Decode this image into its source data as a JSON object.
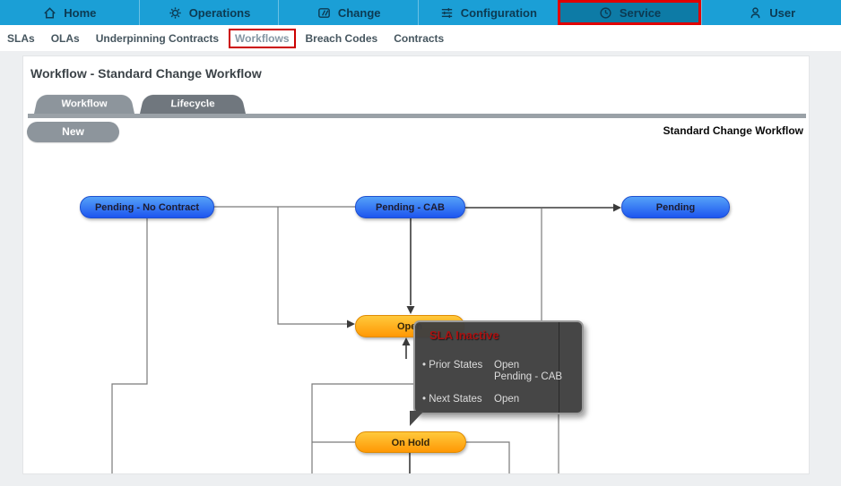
{
  "nav": {
    "items": [
      {
        "label": "Home",
        "icon": "home-icon"
      },
      {
        "label": "Operations",
        "icon": "operations-icon"
      },
      {
        "label": "Change",
        "icon": "change-icon"
      },
      {
        "label": "Configuration",
        "icon": "configuration-icon"
      },
      {
        "label": "Service",
        "icon": "service-icon",
        "active": true,
        "highlighted": true
      },
      {
        "label": "User",
        "icon": "user-icon"
      }
    ],
    "colors": {
      "bg": "#1b9fd6",
      "active_bg": "#0d7ba6",
      "highlight_border": "#e00000",
      "text": "#0c3a52"
    }
  },
  "submenu": {
    "items": [
      {
        "label": "SLAs"
      },
      {
        "label": "OLAs"
      },
      {
        "label": "Underpinning Contracts"
      },
      {
        "label": "Workflows",
        "selected": true,
        "highlighted": true
      },
      {
        "label": "Breach Codes"
      },
      {
        "label": "Contracts"
      }
    ]
  },
  "page": {
    "title": "Workflow - Standard Change Workflow"
  },
  "tabs": [
    {
      "label": "Workflow",
      "active": true
    },
    {
      "label": "Lifecycle",
      "active": false
    }
  ],
  "toolbar": {
    "new_label": "New",
    "workflow_name": "Standard Change Workflow"
  },
  "diagram": {
    "nodes": [
      {
        "id": "pending-no-contract",
        "label": "Pending - No Contract",
        "color": "blue"
      },
      {
        "id": "pending-cab",
        "label": "Pending - CAB",
        "color": "blue"
      },
      {
        "id": "pending",
        "label": "Pending",
        "color": "blue"
      },
      {
        "id": "open",
        "label": "Open",
        "color": "orange"
      },
      {
        "id": "on-hold",
        "label": "On Hold",
        "color": "orange"
      }
    ],
    "connections": [
      {
        "from": "pending-no-contract",
        "to": "pending-cab"
      },
      {
        "from": "pending-cab",
        "to": "pending"
      },
      {
        "from": "pending-cab",
        "to": "open"
      },
      {
        "from": "pending-no-contract",
        "to": "open"
      },
      {
        "from": "open",
        "to": "on-hold"
      }
    ],
    "tooltip": {
      "title": "SLA Inactive",
      "rows": [
        {
          "label": "Prior States",
          "values": [
            "Open",
            "Pending - CAB"
          ]
        },
        {
          "label": "Next States",
          "values": [
            "Open"
          ]
        }
      ]
    },
    "colors": {
      "blue_top": "#55a2f8",
      "blue_bottom": "#1d55ef",
      "orange_top": "#ffc93c",
      "orange_bottom": "#ff9804",
      "line": "#7a7a7a",
      "arrow": "#3b3b3b",
      "tooltip_bg": "#404040",
      "tooltip_border": "#9b9b9b",
      "tooltip_title": "#aa1111",
      "tooltip_text": "#dcdcdc"
    }
  }
}
